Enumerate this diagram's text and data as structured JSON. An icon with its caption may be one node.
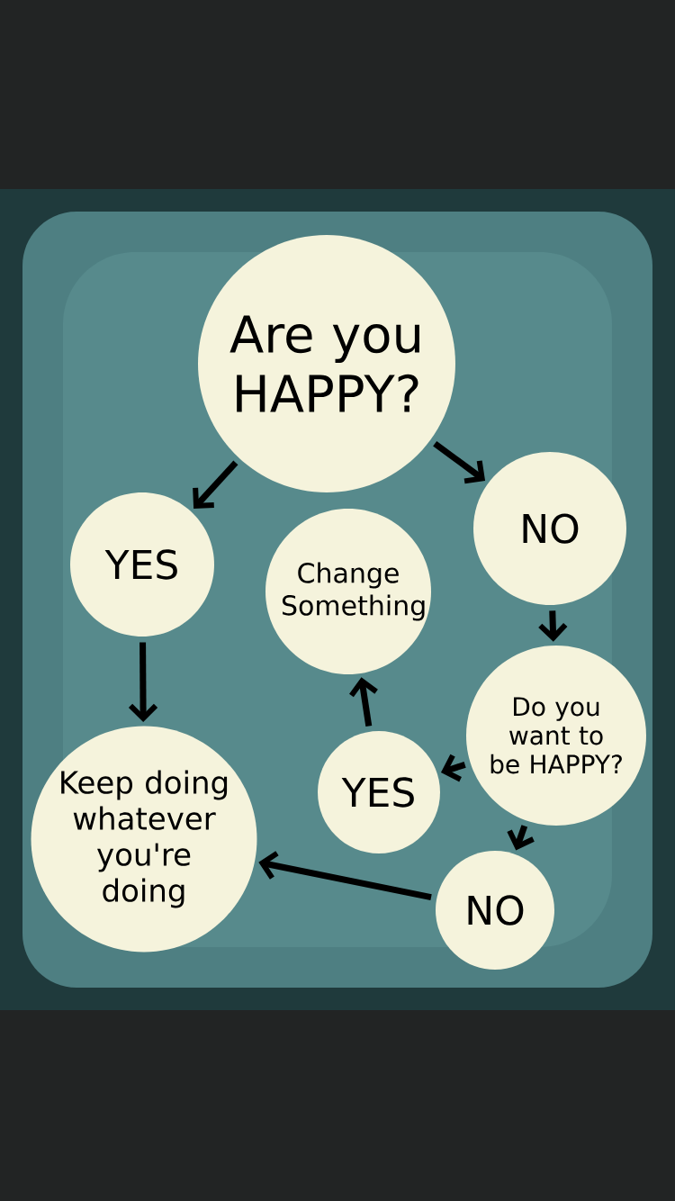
{
  "diagram": {
    "nodes": [
      {
        "text": [
          "Are you HAPPY?"
        ]
      },
      {
        "text": [
          "YES"
        ]
      },
      {
        "text": [
          "NO"
        ]
      },
      {
        "text": [
          "Change Something"
        ]
      },
      {
        "text": [
          "Do you want to be HAPPY?"
        ]
      },
      {
        "text": [
          "YES"
        ]
      },
      {
        "text": [
          "Keep doing whatever you're doing"
        ]
      },
      {
        "text": [
          "NO"
        ]
      }
    ],
    "edges": [
      {
        "from": 0,
        "to": 1,
        "arrow": "to"
      },
      {
        "from": 0,
        "to": 2,
        "arrow": "to"
      },
      {
        "from": 1,
        "to": 6,
        "arrow": "to"
      },
      {
        "from": 2,
        "to": 4,
        "arrow": "to"
      },
      {
        "from": 4,
        "to": 5,
        "arrow": "to"
      },
      {
        "from": 5,
        "to": 3,
        "arrow": "to"
      },
      {
        "from": 4,
        "to": 7,
        "arrow": "to"
      },
      {
        "from": 7,
        "to": 6,
        "arrow": "to"
      }
    ]
  }
}
